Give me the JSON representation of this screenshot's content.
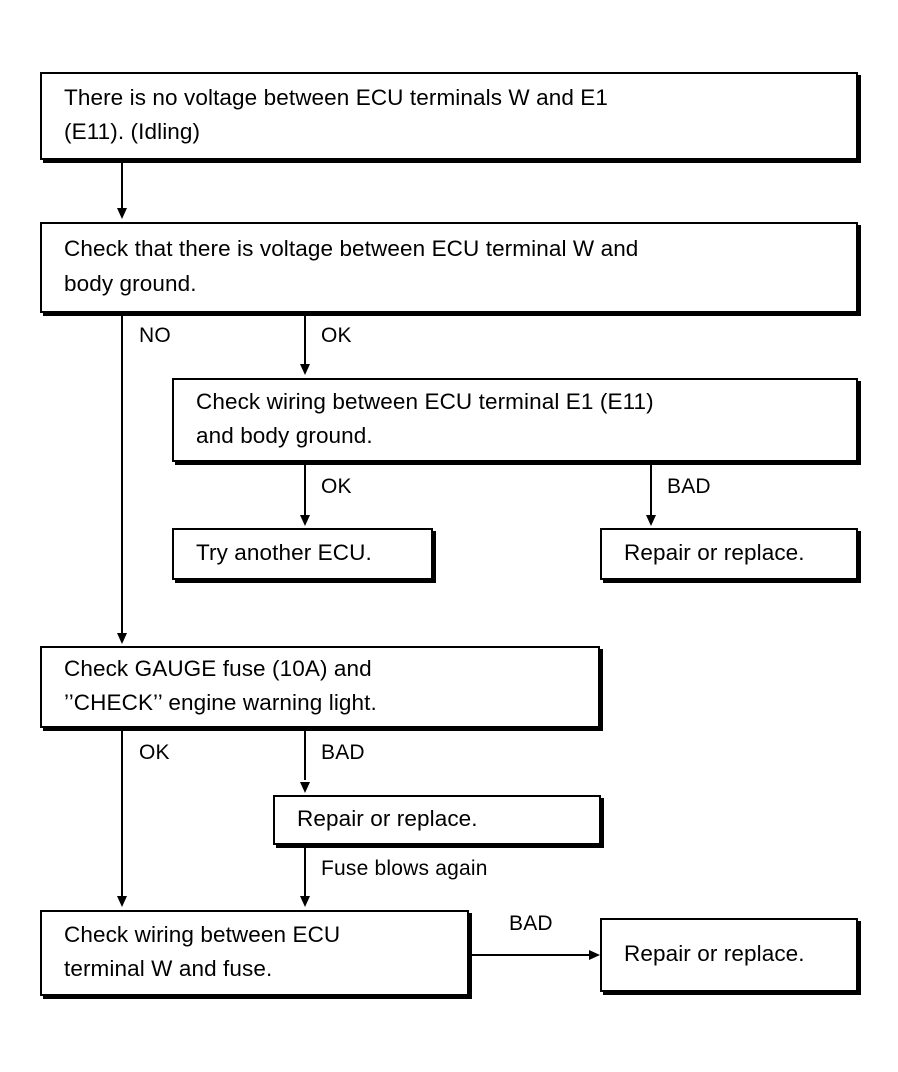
{
  "diagram": {
    "title": "ECU terminal W voltage troubleshooting flowchart",
    "type": "flowchart",
    "ink_color": "#000000",
    "background_color": "#ffffff"
  },
  "nodes": [
    {
      "id": "start",
      "text": "There is no voltage between ECU terminals W and E1\n(E11). (Idling)"
    },
    {
      "id": "check-voltage-w-body-ground",
      "text": "Check that there is voltage between ECU terminal W and\nbody ground."
    },
    {
      "id": "check-wiring-e1-body-ground",
      "text": "Check wiring between ECU terminal E1 (E11)\nand body ground."
    },
    {
      "id": "try-another-ecu",
      "text": "Try another ECU."
    },
    {
      "id": "repair-or-replace-ground",
      "text": "Repair or replace."
    },
    {
      "id": "check-gauge-fuse",
      "text": "Check GAUGE fuse (10A) and\n’’CHECK’’ engine warning light."
    },
    {
      "id": "repair-or-replace-fuse",
      "text": "Repair or replace."
    },
    {
      "id": "check-wiring-w-fuse",
      "text": "Check wiring between ECU\nterminal W and fuse."
    },
    {
      "id": "repair-or-replace-wiring",
      "text": "Repair or replace."
    }
  ],
  "edge_labels": [
    {
      "id": "no-voltage-branch",
      "text": "NO"
    },
    {
      "id": "ok-voltage-branch",
      "text": "OK"
    },
    {
      "id": "ok-ground-branch",
      "text": "OK"
    },
    {
      "id": "bad-ground-branch",
      "text": "BAD"
    },
    {
      "id": "ok-fuse-branch",
      "text": "OK"
    },
    {
      "id": "bad-fuse-branch",
      "text": "BAD"
    },
    {
      "id": "fuse-blows-again",
      "text": "Fuse blows again"
    },
    {
      "id": "bad-wiring-branch",
      "text": "BAD"
    }
  ]
}
